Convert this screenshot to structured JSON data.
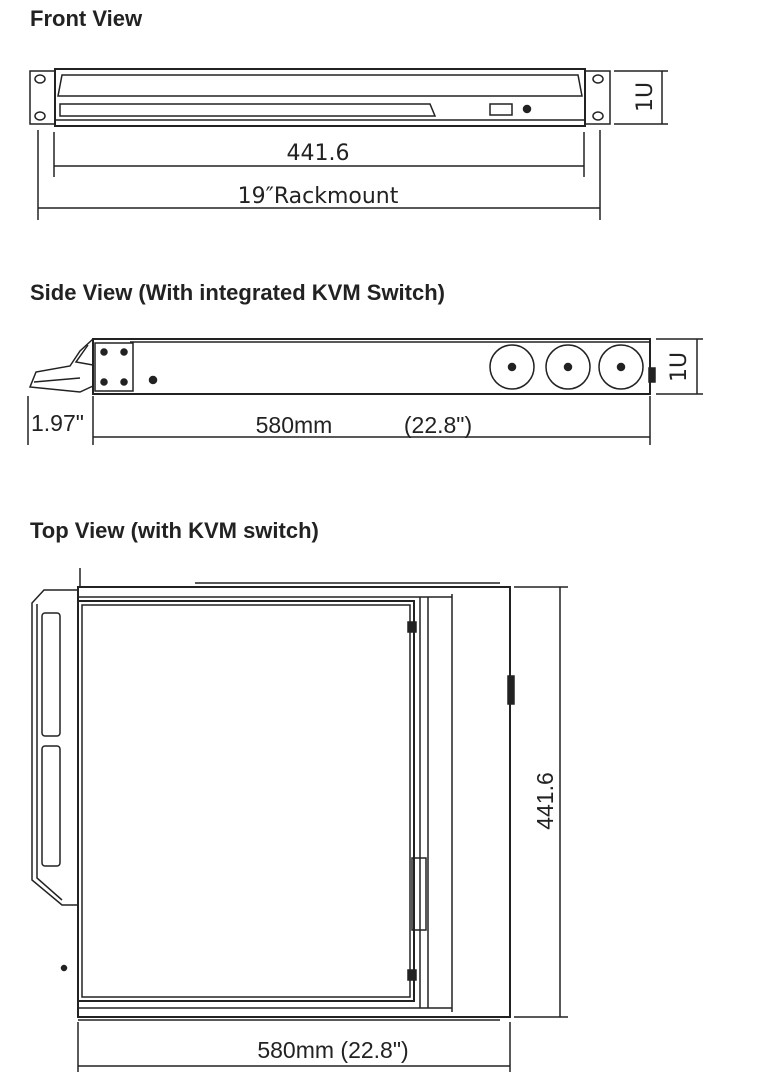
{
  "sections": {
    "front": {
      "title": "Front View",
      "width_label": "441.6",
      "rack_label": "19″Rackmount",
      "height_label": "1U"
    },
    "side": {
      "title": "Side View (With integrated KVM Switch)",
      "handle_label": "1.97\"",
      "depth_label": "580mm",
      "depth_inch_label": "(22.8\")",
      "height_label": "1U"
    },
    "top": {
      "title": "Top View (with KVM switch)",
      "width_label": "441.6",
      "depth_label": "580mm (22.8\")"
    }
  }
}
